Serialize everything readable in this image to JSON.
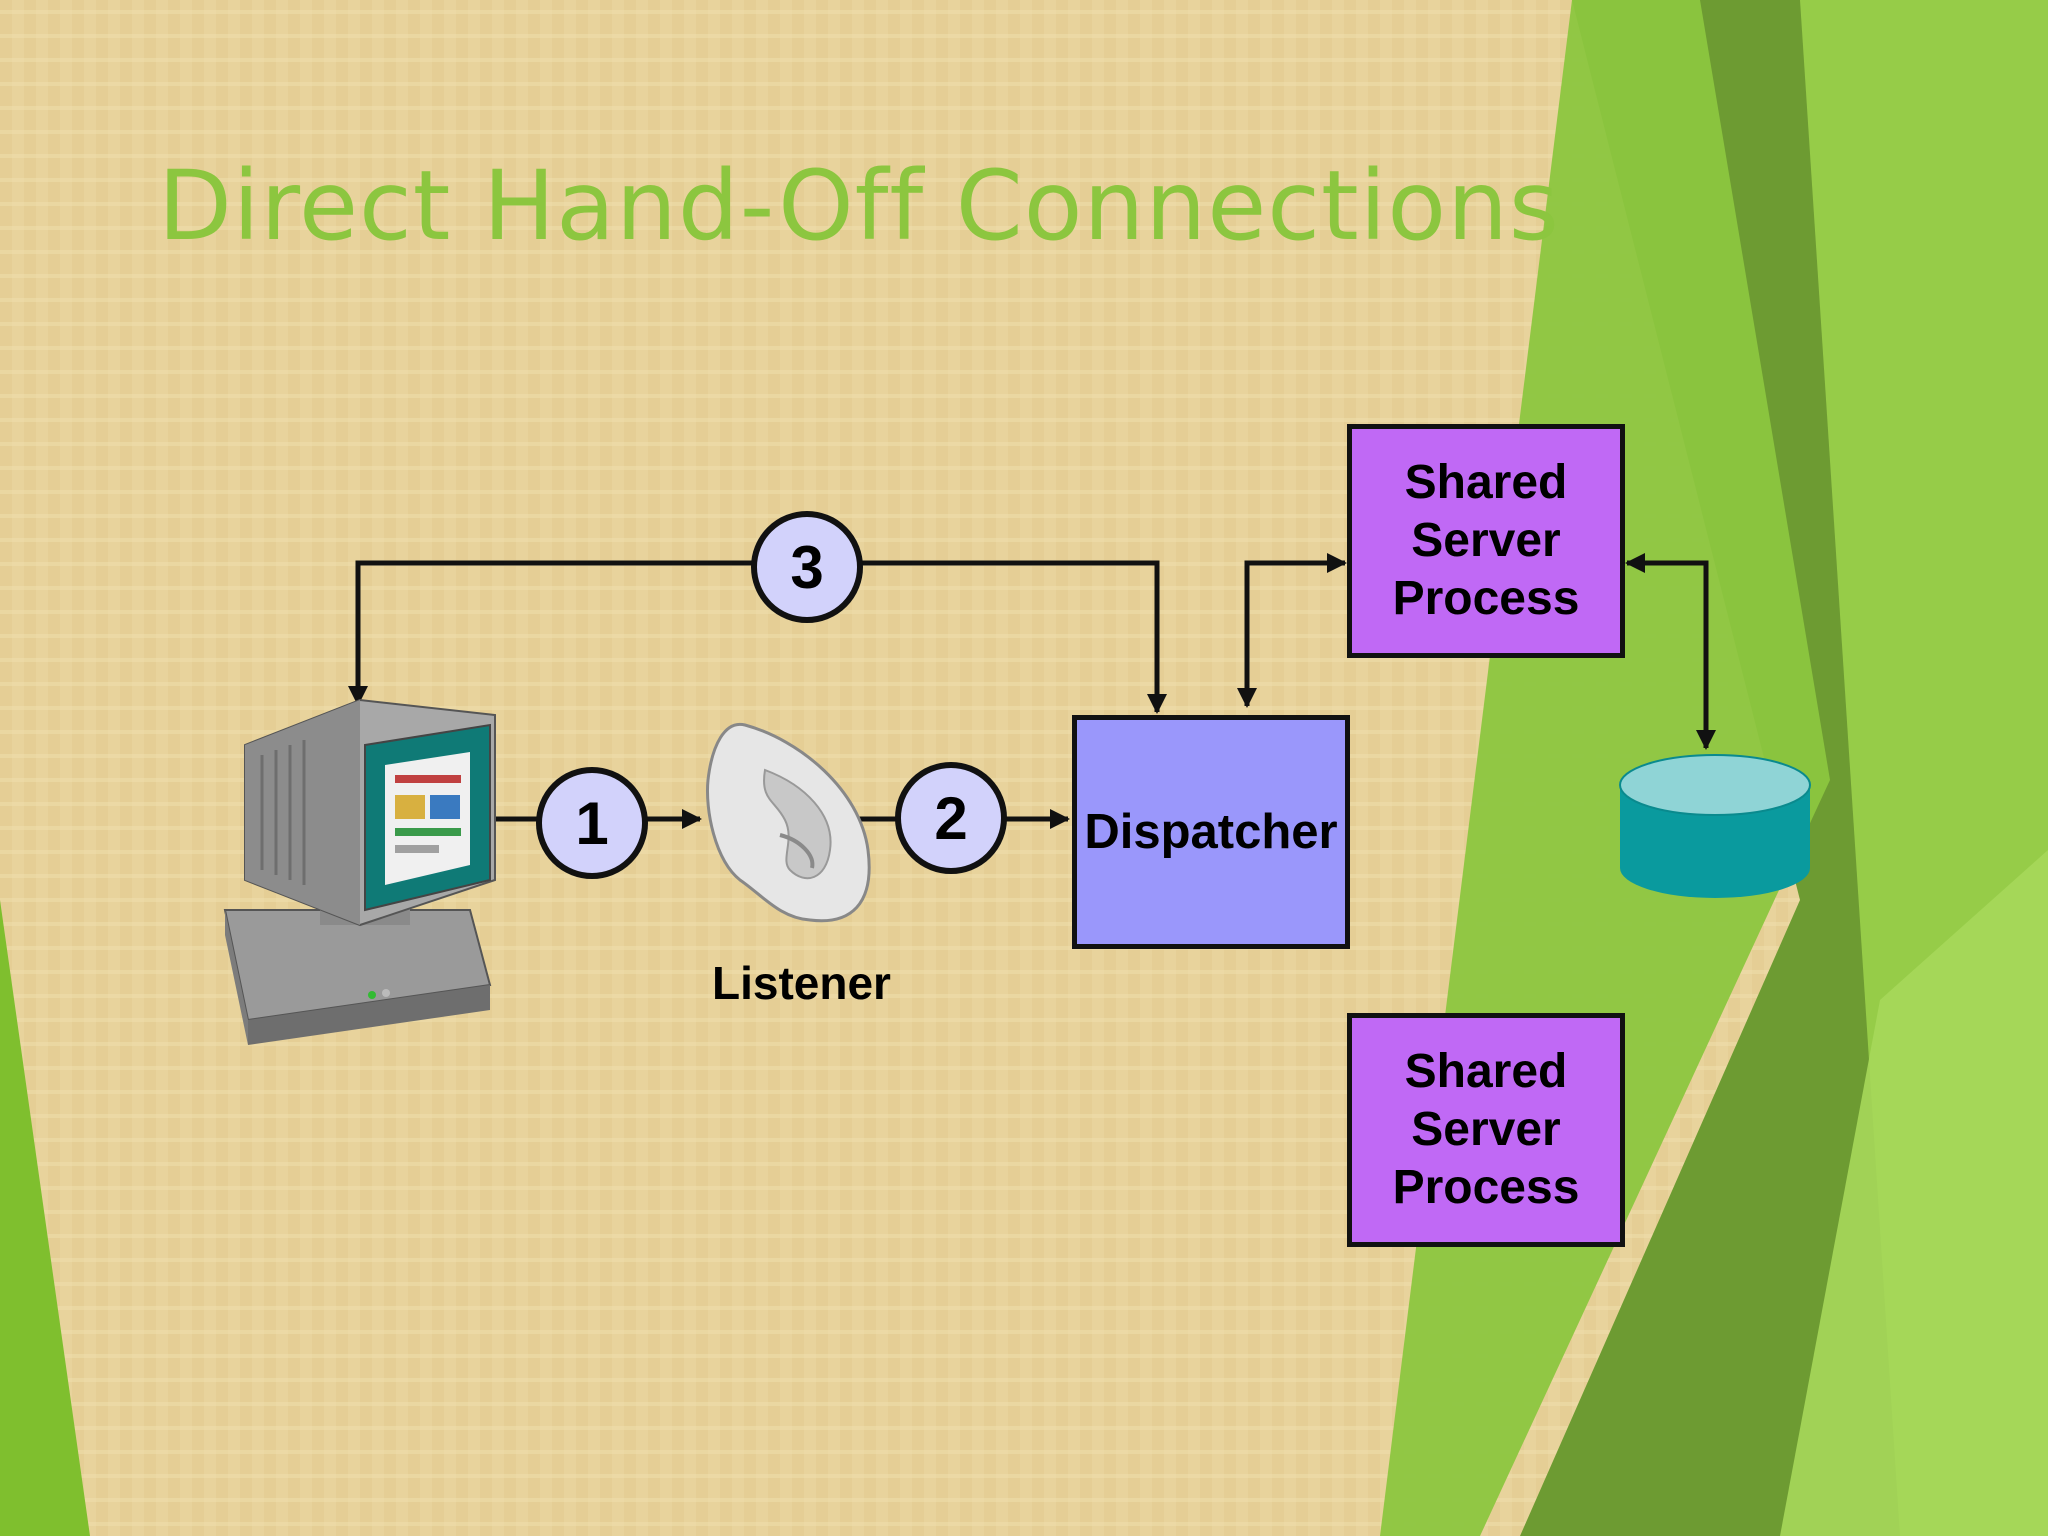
{
  "title": "Direct Hand-Off Connections",
  "nodes": {
    "shared_server_top": "Shared\nServer\nProcess",
    "shared_server_bottom": "Shared\nServer\nProcess",
    "dispatcher": "Dispatcher",
    "listener": "Listener"
  },
  "steps": [
    "1",
    "2",
    "3"
  ],
  "icons": {
    "client": "computer-icon",
    "listener": "ear-icon",
    "database": "database-cylinder-icon"
  },
  "colors": {
    "title": "#8cc63f",
    "background": "#e8d39c",
    "shared_server": "#c069f5",
    "dispatcher": "#9a97fb",
    "step_circle": "#d2d2fb",
    "database": "#0a9a9e",
    "accent_green": "#7fbf2e"
  }
}
